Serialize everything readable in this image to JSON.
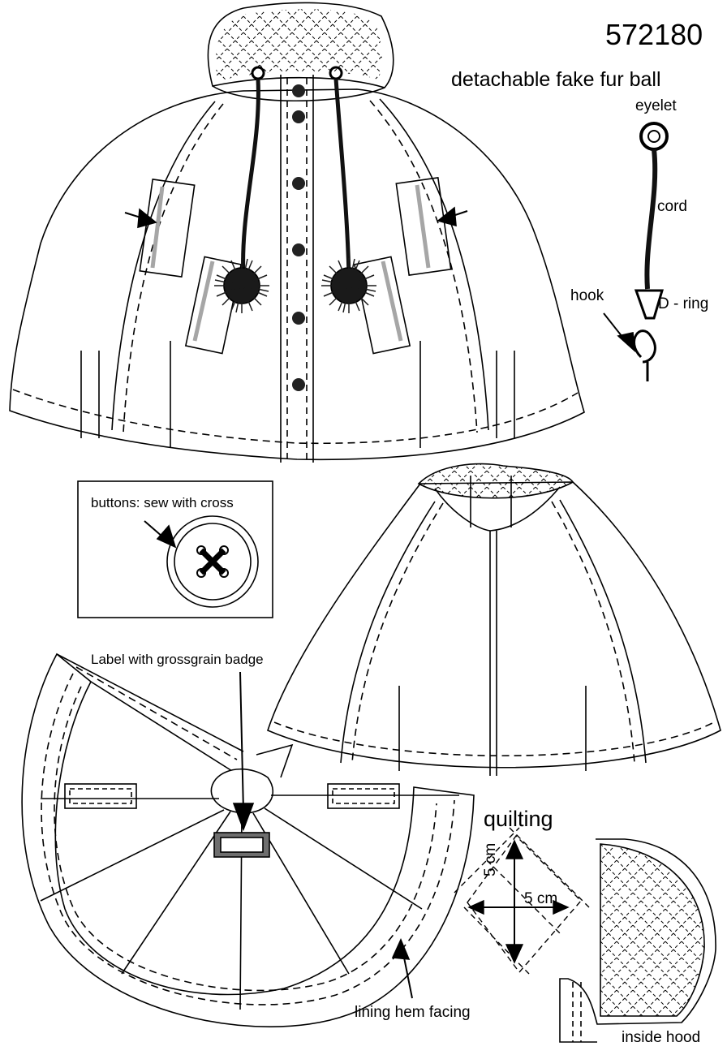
{
  "header": {
    "style_number": "572180"
  },
  "fur_ball": {
    "title": "detachable fake fur ball",
    "parts": {
      "eyelet": "eyelet",
      "cord": "cord",
      "hook": "hook",
      "d_ring": "D - ring"
    }
  },
  "callouts": {
    "buttons": "buttons: sew with cross",
    "label": "Label with grossgrain badge",
    "lining": "lining hem facing",
    "inside_hood": "inside hood"
  },
  "quilting": {
    "title": "quilting",
    "width": "5 cm",
    "height": "5 cm"
  },
  "colors": {
    "ink": "#000000",
    "panel": "#ffffff",
    "accent": "#a6a6a6",
    "fur": "#1a1a1a"
  }
}
